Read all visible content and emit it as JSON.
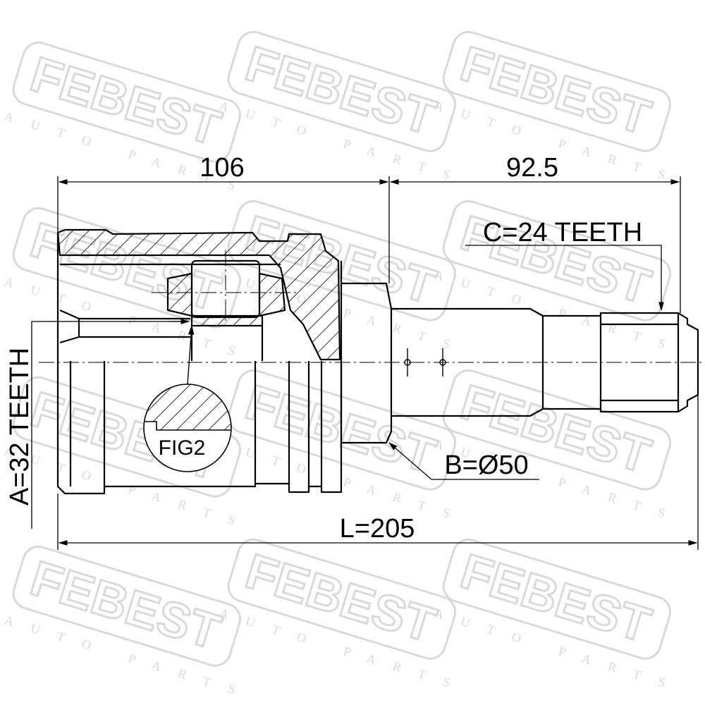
{
  "watermark": {
    "brand": "FEBEST",
    "tagline": "AUTO PARTS"
  },
  "dimensions": {
    "left_length": "106",
    "right_length": "92.5",
    "total_length": "L=205",
    "outer_teeth": "A=32 TEETH",
    "inner_teeth": "C=24 TEETH",
    "seal_diameter": "B=Ø50"
  },
  "detail_label": "FIG2",
  "colors": {
    "line": "#000000",
    "watermark": "#d9d9d9",
    "background": "#ffffff"
  }
}
